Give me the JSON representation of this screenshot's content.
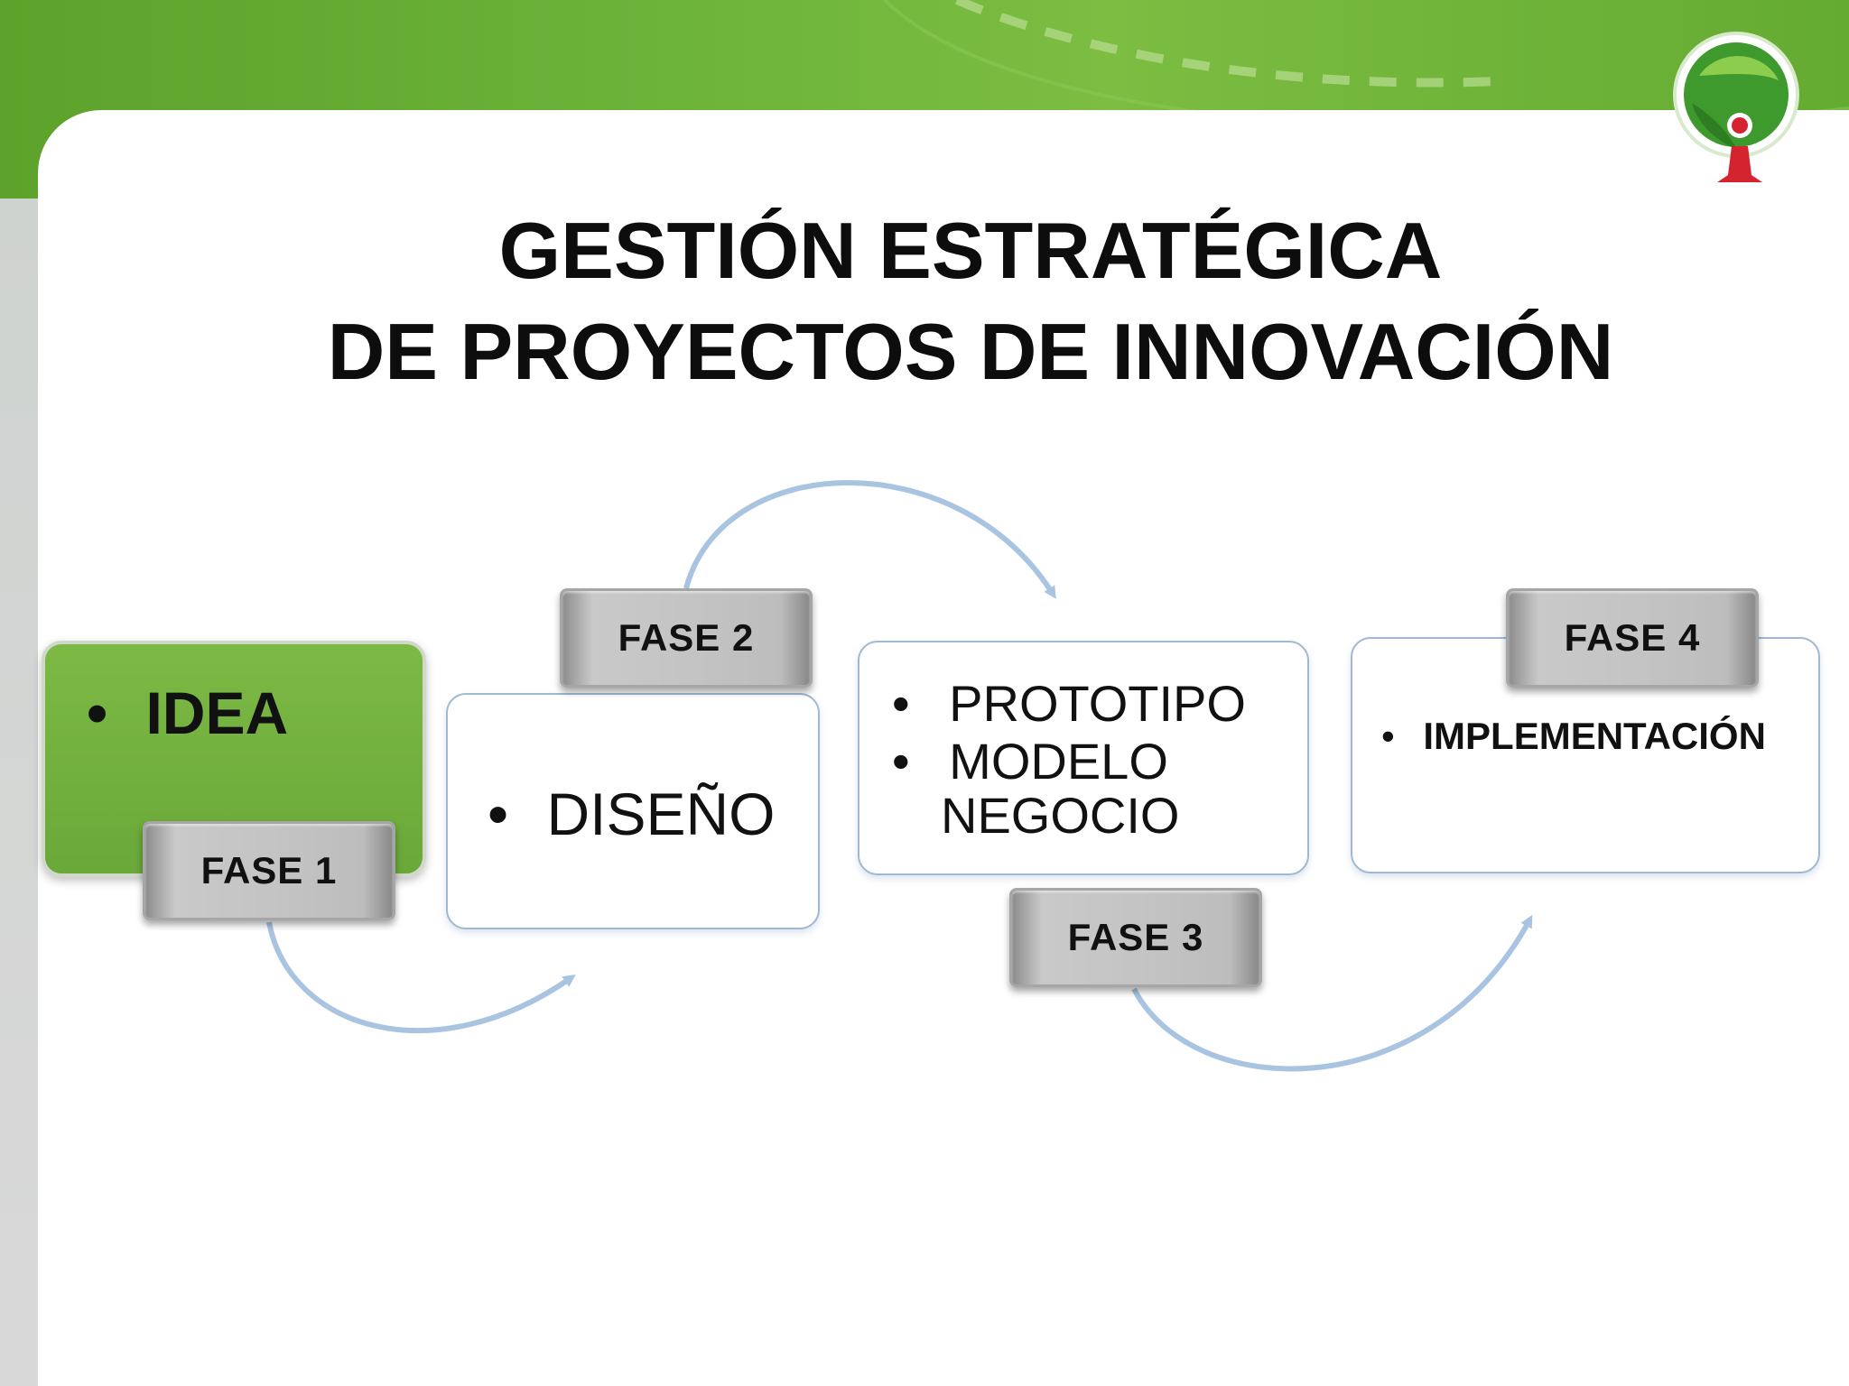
{
  "title": {
    "line1": "GESTIÓN ESTRATÉGICA",
    "line2": "DE PROYECTOS DE INNOVACIÓN"
  },
  "colors": {
    "header_green": "#6cb33a",
    "box_green": "#72b13e",
    "box_border_blue": "#9fb9d4",
    "arrow_blue": "#a9c4e0",
    "tab_gray": "#c4c4c4"
  },
  "logo": {
    "icon": "green-circle-tree-logo"
  },
  "phases": [
    {
      "tab": "FASE 1",
      "items": [
        "IDEA"
      ]
    },
    {
      "tab": "FASE 2",
      "items": [
        "DISEÑO"
      ]
    },
    {
      "tab": "FASE 3",
      "items": [
        "PROTOTIPO",
        "MODELO",
        "NEGOCIO"
      ]
    },
    {
      "tab": "FASE 4",
      "items": [
        "IMPLEMENTACIÓN"
      ]
    }
  ],
  "bullet": "•"
}
